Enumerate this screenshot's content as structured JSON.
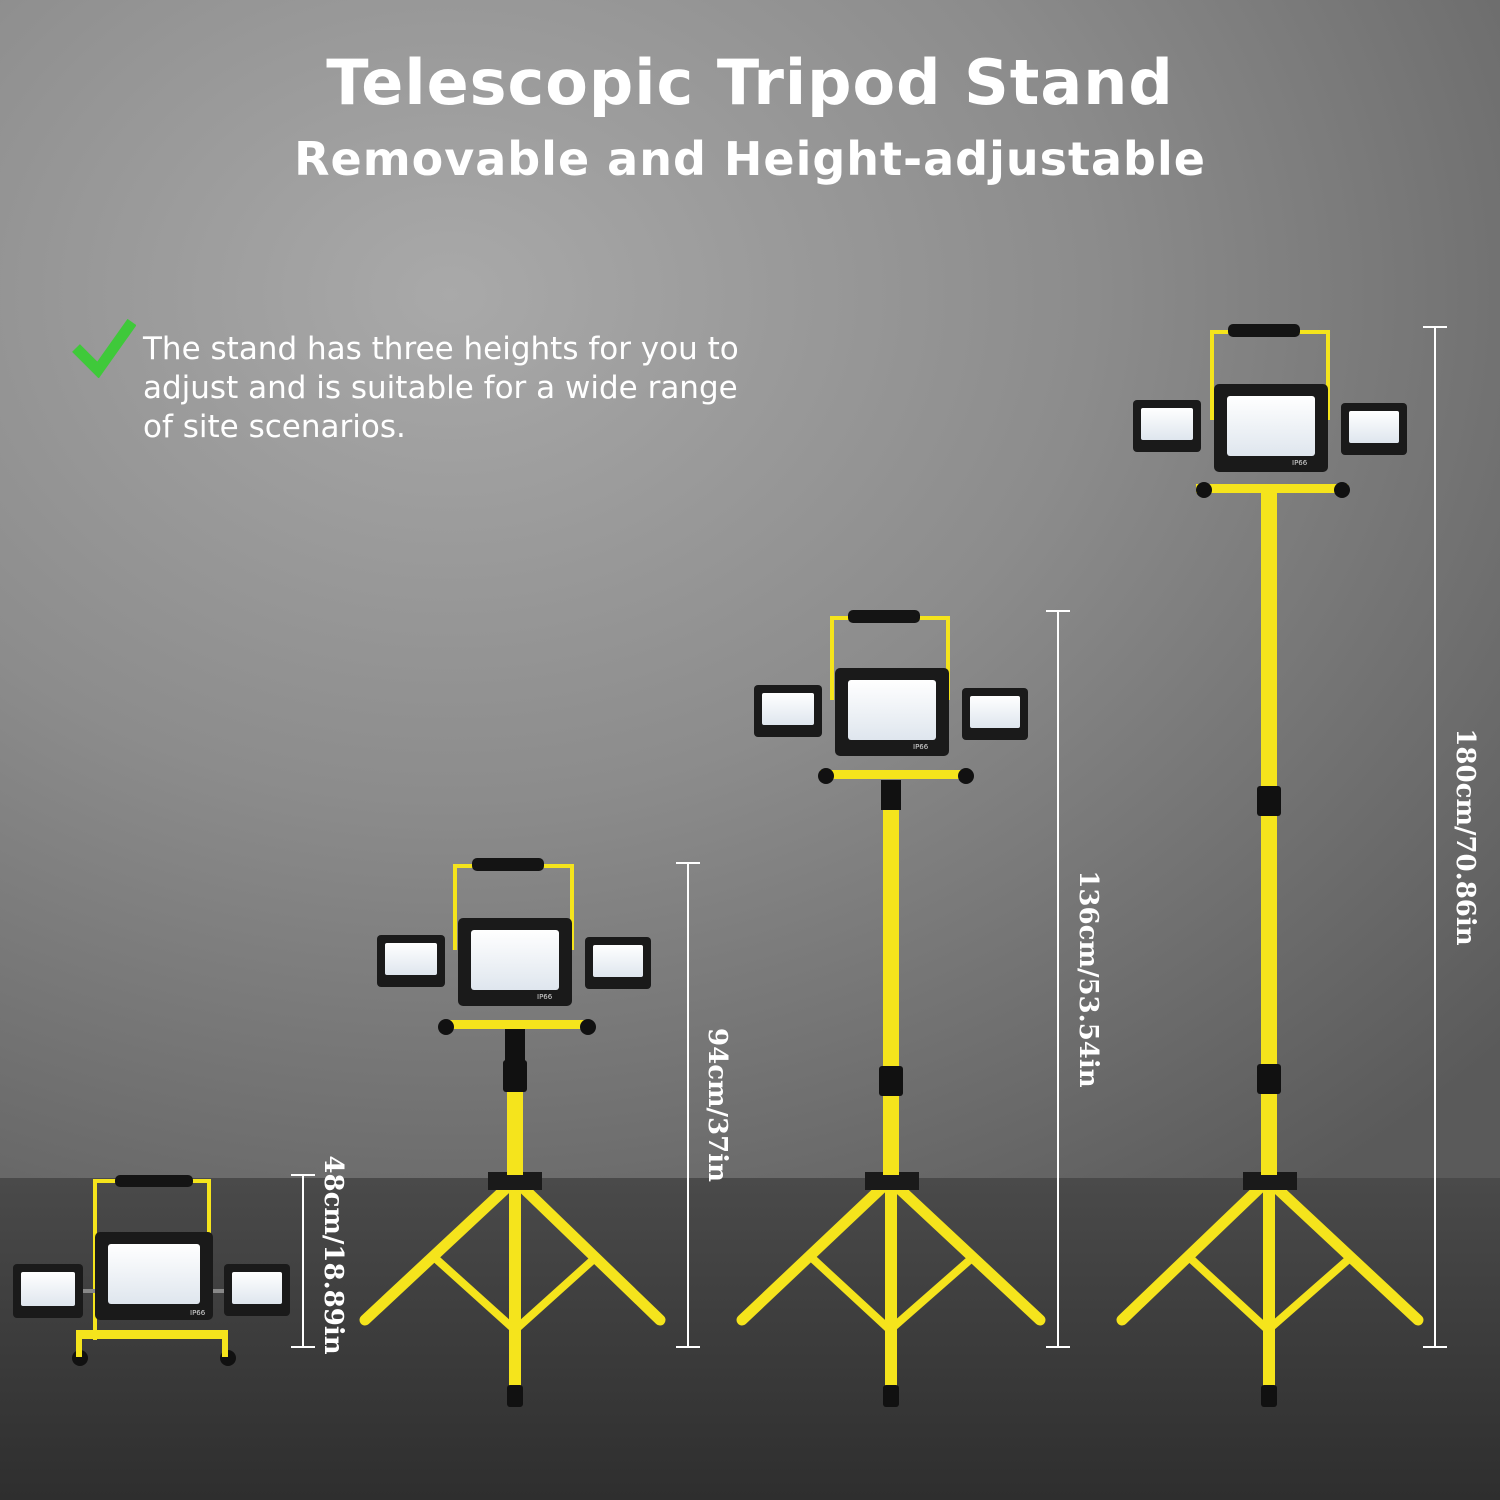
{
  "title": "Telescopic Tripod Stand",
  "subtitle": "Removable and Height-adjustable",
  "feature": {
    "icon": "check-icon",
    "text": "The stand has three heights for you to adjust and is suitable for a wide range of site scenarios."
  },
  "heights": [
    {
      "label": "48cm/18.89in",
      "cm": 48
    },
    {
      "label": "94cm/37in",
      "cm": 94
    },
    {
      "label": "136cm/53.54in",
      "cm": 136
    },
    {
      "label": "180cm/70.86in",
      "cm": 180
    }
  ],
  "lamp_badge": "IP66",
  "colors": {
    "stand_yellow": "#f5e41c",
    "check_green": "#3fc93a",
    "wall": "#7b7b7b",
    "floor": "#3e3e3e"
  }
}
